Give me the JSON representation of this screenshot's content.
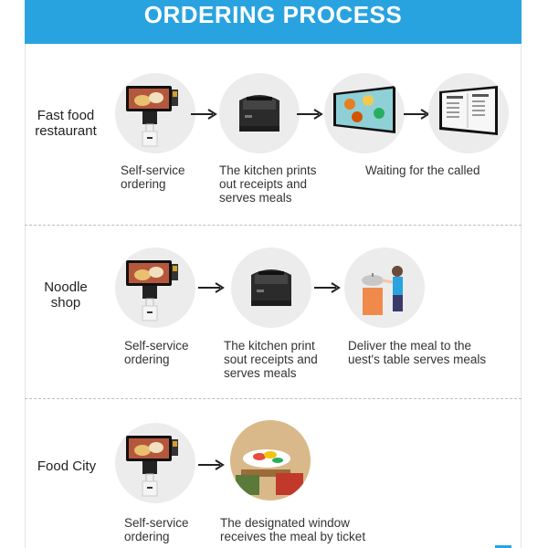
{
  "header": {
    "title": "ORDERING PROCESS"
  },
  "sections": [
    {
      "label": "Fast food\nrestaurant",
      "steps": [
        {
          "icon": "kiosk-icon",
          "caption": "Self-service\nordering"
        },
        {
          "icon": "receipt-printer-icon",
          "caption": "The kitchen prints\nout receipts and\nserves meals"
        },
        {
          "icon": "queue-display-screen-icon",
          "caption": "Waiting for the called"
        },
        {
          "icon": "number-board-icon",
          "caption": ""
        }
      ]
    },
    {
      "label": "Noodle\nshop",
      "steps": [
        {
          "icon": "kiosk-icon",
          "caption": "Self-service\nordering"
        },
        {
          "icon": "receipt-printer-icon",
          "caption": "The kitchen print\nsout receipts and\nserves meals"
        },
        {
          "icon": "waiter-serving-icon",
          "caption": "Deliver the meal to the\nuest's table serves meals"
        }
      ]
    },
    {
      "label": "Food City",
      "steps": [
        {
          "icon": "kiosk-icon",
          "caption": "Self-service\nordering"
        },
        {
          "icon": "food-tray-icon",
          "caption": "The designated window\nreceives the meal by ticket"
        }
      ]
    }
  ]
}
